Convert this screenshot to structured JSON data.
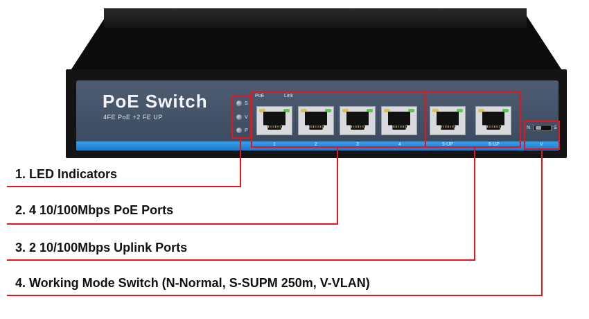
{
  "device": {
    "title": "PoE Switch",
    "subtitle": "4FE PoE +2 FE UP",
    "led_labels": [
      "S",
      "V",
      "P"
    ],
    "port_header_labels": [
      "PoE",
      "Link"
    ],
    "poe_port_numbers": [
      "1",
      "2",
      "3",
      "4"
    ],
    "uplink_port_labels": [
      "5-UP",
      "6-UP"
    ],
    "mode_switch_labels": [
      "N",
      "S",
      "V"
    ]
  },
  "callouts": [
    "1. LED Indicators",
    "2. 4 10/100Mbps PoE Ports",
    "3. 2 10/100Mbps Uplink Ports",
    "4. Working Mode Switch (N-Normal, S-SUPM 250m, V-VLAN)"
  ],
  "colors": {
    "highlight": "#e8141c",
    "faceplate": "#44546a",
    "strip": "#2a8ad8"
  }
}
